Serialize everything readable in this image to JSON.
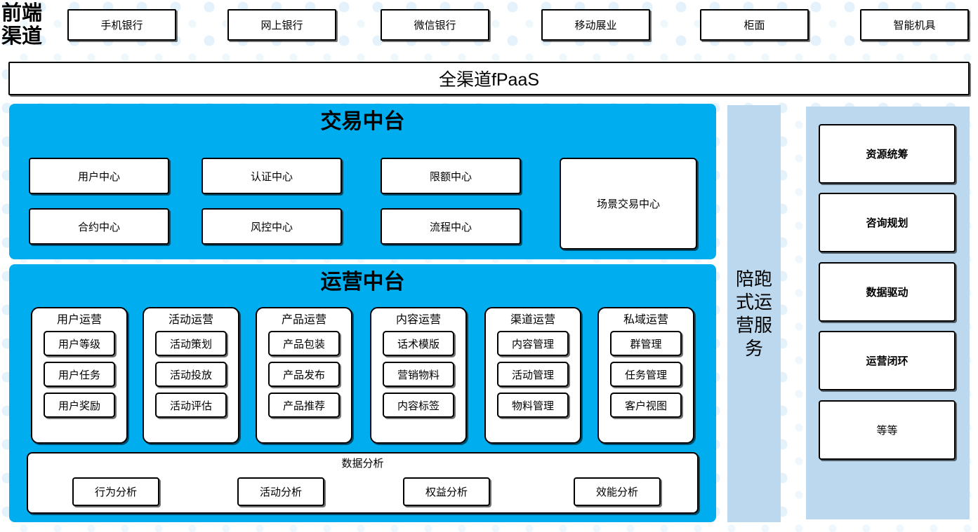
{
  "colors": {
    "panel_blue": "#00AEEF",
    "light_blue": "#BBD8EE",
    "border": "#000000",
    "background": "#FFFFFF"
  },
  "channel_row": {
    "label": "前端\n渠道",
    "items": [
      {
        "label": "手机银行"
      },
      {
        "label": "网上银行"
      },
      {
        "label": "微信银行"
      },
      {
        "label": "移动展业"
      },
      {
        "label": "柜面"
      },
      {
        "label": "智能机具"
      }
    ]
  },
  "fpaas": {
    "label": "全渠道fPaaS"
  },
  "trade_center": {
    "title": "交易中台",
    "boxes": [
      {
        "label": "用户中心"
      },
      {
        "label": "认证中心"
      },
      {
        "label": "限额中心"
      },
      {
        "label": "合约中心"
      },
      {
        "label": "风控中心"
      },
      {
        "label": "流程中心"
      }
    ],
    "scene_box": {
      "label": "场景交易中心"
    }
  },
  "ops_center": {
    "title": "运营中台",
    "groups": [
      {
        "title": "用户运营",
        "items": [
          "用户等级",
          "用户任务",
          "用户奖励"
        ]
      },
      {
        "title": "活动运营",
        "items": [
          "活动策划",
          "活动投放",
          "活动评估"
        ]
      },
      {
        "title": "产品运营",
        "items": [
          "产品包装",
          "产品发布",
          "产品推荐"
        ]
      },
      {
        "title": "内容运营",
        "items": [
          "话术模版",
          "营销物料",
          "内容标签"
        ]
      },
      {
        "title": "渠道运营",
        "items": [
          "内容管理",
          "活动管理",
          "物料管理"
        ]
      },
      {
        "title": "私域运营",
        "items": [
          "群管理",
          "任务管理",
          "客户视图"
        ]
      }
    ],
    "data_analysis": {
      "title": "数据分析",
      "items": [
        "行为分析",
        "活动分析",
        "权益分析",
        "效能分析"
      ]
    }
  },
  "service_column": {
    "label": "陪跑式运营服务"
  },
  "capability_panel": {
    "items": [
      {
        "label": "资源统筹",
        "bold": true
      },
      {
        "label": "咨询规划",
        "bold": true
      },
      {
        "label": "数据驱动",
        "bold": true
      },
      {
        "label": "运营闭环",
        "bold": true
      },
      {
        "label": "等等",
        "bold": false
      }
    ]
  }
}
